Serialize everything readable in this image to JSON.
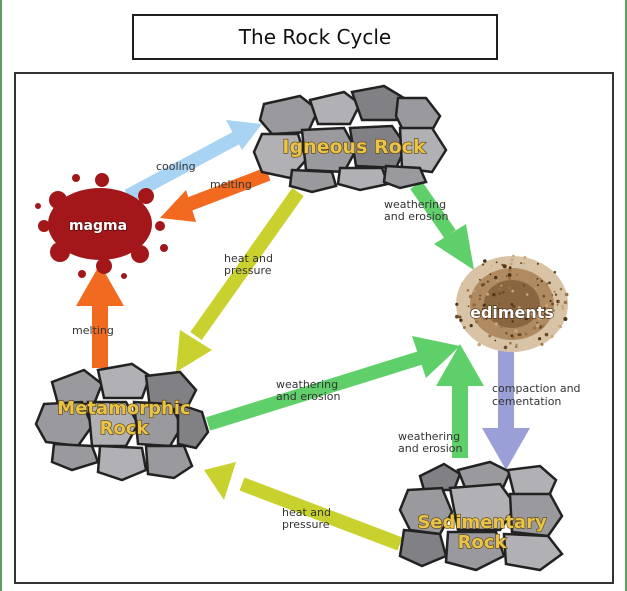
{
  "title": "The Rock Cycle",
  "nodes": {
    "igneous": "Igneous Rock",
    "magma": "magma",
    "sediments": "ediments",
    "metamorphic_line1": "Metamorphic",
    "metamorphic_line2": "Rock",
    "sedimentary_line1": "Sedimentary",
    "sedimentary_line2": "Rock"
  },
  "processes": {
    "cooling": "cooling",
    "melting_top": "melting",
    "weathering_top_1": "weathering",
    "weathering_top_2": "and erosion",
    "heat_pressure_1": "heat and",
    "heat_pressure_2": "pressure",
    "melting_left": "melting",
    "weathering_mid_1": "weathering",
    "weathering_mid_2": "and erosion",
    "compaction_1": "compaction and",
    "compaction_2": "cementation",
    "weathering_low_1": "weathering",
    "weathering_low_2": "and erosion",
    "heat_pressure_bottom_1": "heat and",
    "heat_pressure_bottom_2": "pressure"
  },
  "colors": {
    "cooling_arrow": "#a9d3f2",
    "melting_arrow": "#f26a1f",
    "weathering_arrow": "#5fcf6a",
    "heat_pressure_arrow": "#c9d12e",
    "compaction_arrow": "#9a9fd8",
    "magma": "#a3171a",
    "label_fill": "#e8c44a"
  }
}
